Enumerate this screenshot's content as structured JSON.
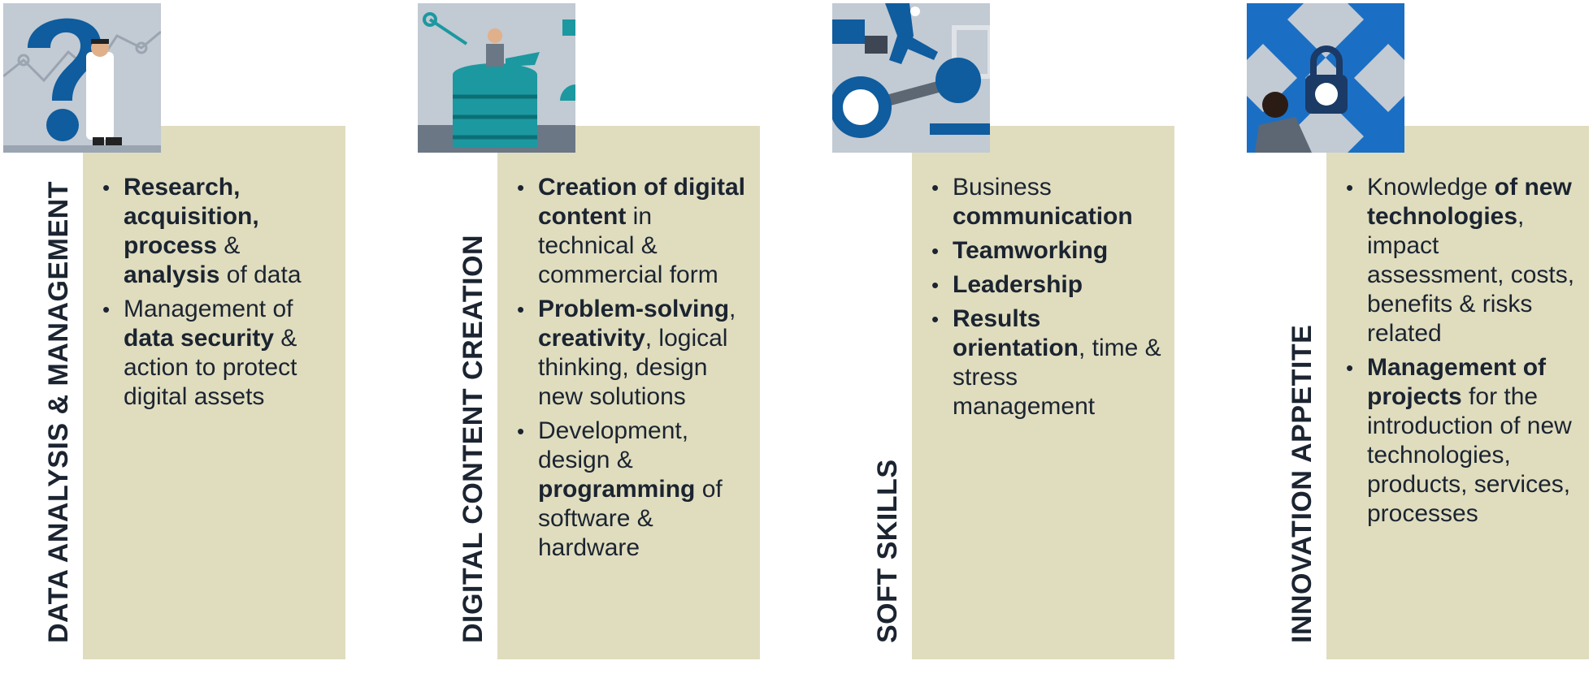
{
  "colors": {
    "panel": "#e0ddbf",
    "text": "#1b2430",
    "illustration_bg": "#c2cad3",
    "accent_blue": "#0f5c9e",
    "accent_teal": "#1c98a0"
  },
  "columns": [
    {
      "title": "DATA ANALYSIS & MANAGEMENT",
      "icon": "question-mark-scientist-icon",
      "bullets": [
        [
          {
            "t": "Research, acquisition, process",
            "b": true
          },
          {
            "t": " & ",
            "b": false
          },
          {
            "t": "analysis",
            "b": true
          },
          {
            "t": " of data",
            "b": false
          }
        ],
        [
          {
            "t": "Management of ",
            "b": false
          },
          {
            "t": "data security",
            "b": true
          },
          {
            "t": " & action to protect digital assets",
            "b": false
          }
        ]
      ]
    },
    {
      "title": "DIGITAL CONTENT CREATION",
      "icon": "database-laptop-person-icon",
      "bullets": [
        [
          {
            "t": "Creation of digital content",
            "b": true
          },
          {
            "t": " in technical & commercial form",
            "b": false
          }
        ],
        [
          {
            "t": "Problem-solving",
            "b": true
          },
          {
            "t": ", ",
            "b": false
          },
          {
            "t": "creativity",
            "b": true
          },
          {
            "t": ", logical thinking, design new solutions",
            "b": false
          }
        ],
        [
          {
            "t": "Development, design & ",
            "b": false
          },
          {
            "t": "programming",
            "b": true
          },
          {
            "t": " of software & hardware",
            "b": false
          }
        ]
      ]
    },
    {
      "title": "SOFT SKILLS",
      "icon": "running-businessman-icon",
      "bullets": [
        [
          {
            "t": "Business ",
            "b": false
          },
          {
            "t": "communication",
            "b": true
          }
        ],
        [
          {
            "t": "Teamworking",
            "b": true
          }
        ],
        [
          {
            "t": "Leadership",
            "b": true
          }
        ],
        [
          {
            "t": "Results orientation",
            "b": true
          },
          {
            "t": ", time & stress management",
            "b": false
          }
        ]
      ]
    },
    {
      "title": "INNOVATION APPETITE",
      "icon": "padlock-arrows-person-icon",
      "bullets": [
        [
          {
            "t": "Knowledge ",
            "b": false
          },
          {
            "t": "of new technologies",
            "b": true
          },
          {
            "t": ", impact assessment, costs, benefits & risks related",
            "b": false
          }
        ],
        [
          {
            "t": "Management of projects",
            "b": true
          },
          {
            "t": " for the introduction of new technologies, products, services, processes",
            "b": false
          }
        ]
      ]
    }
  ]
}
